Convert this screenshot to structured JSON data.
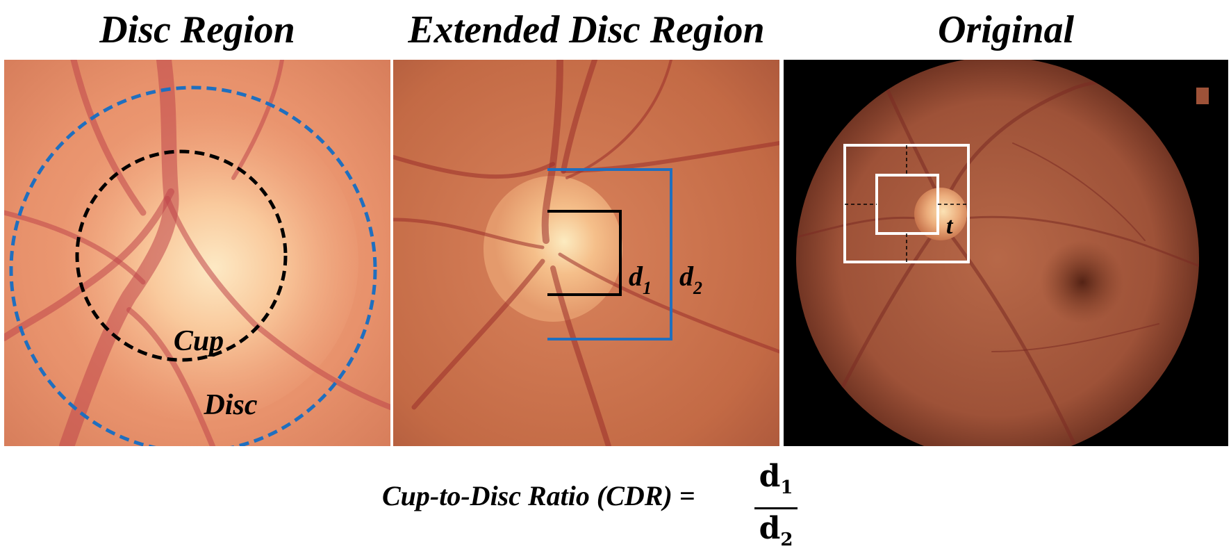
{
  "titles": {
    "disc_region": "Disc Region",
    "extended_disc_region": "Extended Disc Region",
    "original": "Original"
  },
  "labels": {
    "cup": "Cup",
    "disc": "Disc",
    "d": "d",
    "d1_sub": "1",
    "d2_sub": "2",
    "t": "t"
  },
  "formula": {
    "text": "Cup-to-Disc Ratio (CDR) =",
    "numerator": "d",
    "numerator_sub": "1",
    "denominator": "d",
    "denominator_sub": "2"
  },
  "colors": {
    "disc_outline": "#1f6fbf",
    "cup_outline": "#000000",
    "crop_box": "#ffffff"
  }
}
